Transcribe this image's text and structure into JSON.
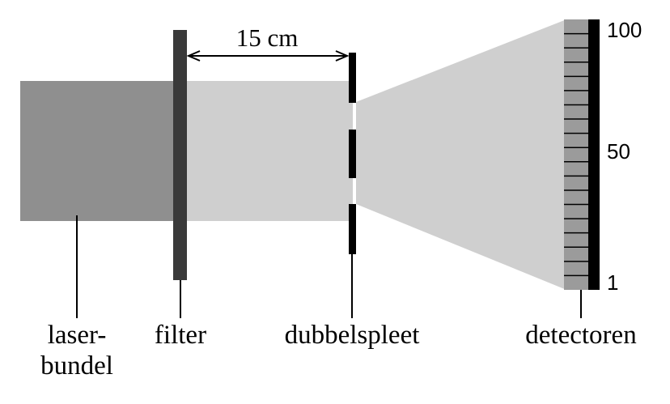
{
  "diagram": {
    "distance_label": "15 cm",
    "labels": {
      "laser_line1": "laser-",
      "laser_line2": "bundel",
      "filter": "filter",
      "slit": "dubbelspleet",
      "detectors": "detectoren"
    },
    "detector_scale": {
      "top": "100",
      "middle": "50",
      "bottom": "1"
    },
    "colors": {
      "laser_beam": "#8f8f8f",
      "filtered_beam": "#cfcfcf",
      "filter_plate": "#3a3a3a",
      "slit": "#000000",
      "detector_cell": "#9b9b9b"
    }
  }
}
